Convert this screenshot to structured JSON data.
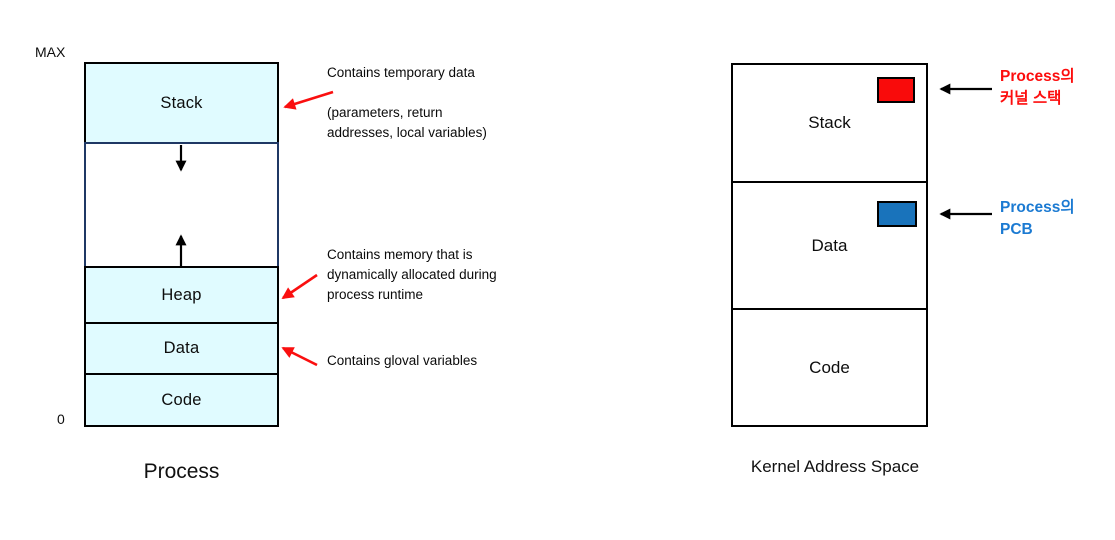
{
  "page": {
    "background": "#ffffff"
  },
  "process_diagram": {
    "title": "Process",
    "max_label": "MAX",
    "zero_label": "0",
    "section_fill_color": "#e0fbff",
    "growth_border_color": "#1f3864",
    "sections": {
      "stack": "Stack",
      "heap": "Heap",
      "data": "Data",
      "code": "Code"
    },
    "annotations": {
      "stack": "Contains temporary data\n\n(parameters, return\naddresses, local variables)",
      "heap": "Contains memory that is\ndynamically allocated during\nprocess runtime",
      "data": "Contains gloval variables"
    },
    "annotation_arrow_color": "#fa0f0f"
  },
  "kernel_diagram": {
    "title": "Kernel Address Space",
    "sections": {
      "stack": "Stack",
      "data": "Data",
      "code": "Code"
    },
    "callouts": {
      "kernel_stack": {
        "text": "Process의\n커널 스택",
        "text_color": "#fd0d0d",
        "marker_color": "#f90b0b"
      },
      "pcb": {
        "text": "Process의\nPCB",
        "text_color": "#1b7ad2",
        "marker_color": "#1973bb"
      }
    },
    "callout_arrow_color": "#000000"
  }
}
